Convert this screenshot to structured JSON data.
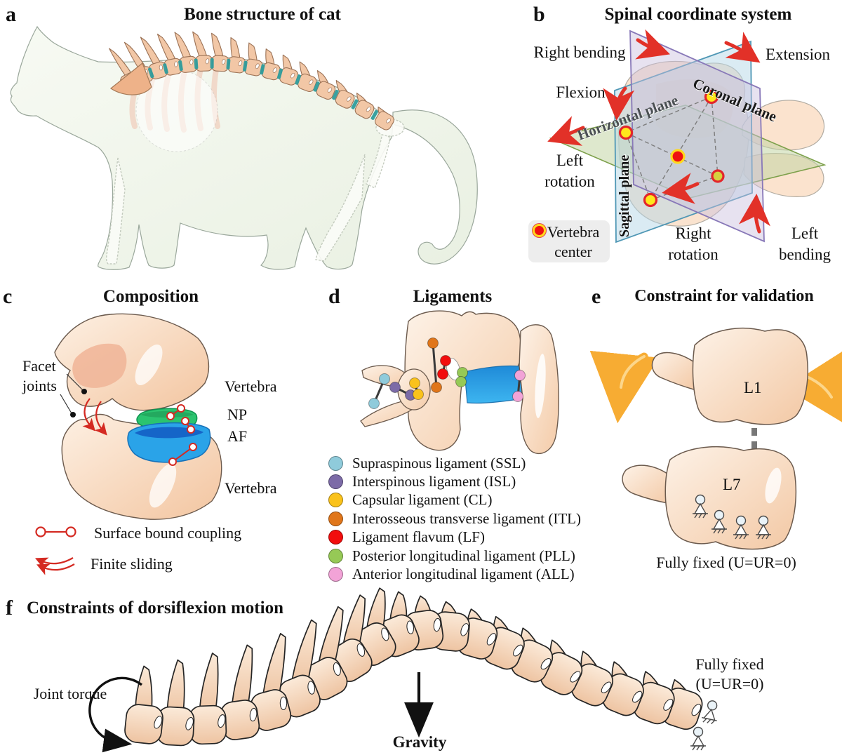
{
  "figure": {
    "panels": {
      "a": {
        "letter": "a",
        "title": "Bone structure of cat"
      },
      "b": {
        "letter": "b",
        "title": "Spinal coordinate system",
        "labels": {
          "right_bending": "Right bending",
          "extension": "Extension",
          "flexion": "Flexion",
          "left_rotation_1": "Left",
          "left_rotation_2": "rotation",
          "right_rotation_1": "Right",
          "right_rotation_2": "rotation",
          "left_bending_1": "Left",
          "left_bending_2": "bending"
        },
        "planes": {
          "coronal": {
            "label": "Coronal plane",
            "fill": "#c9bedd",
            "stroke": "#8878b8"
          },
          "horizontal": {
            "label": "Horizontal plane",
            "fill": "#c3d6a4",
            "stroke": "#7da04b"
          },
          "sagittal": {
            "label": "Sagittal plane",
            "fill": "#b5d8e8",
            "stroke": "#4f97b5"
          }
        },
        "legend": {
          "line1": "Vertebra",
          "line2": "center",
          "dot_color": "#ee1111",
          "dot_ring": "#ffd91c"
        }
      },
      "c": {
        "letter": "c",
        "title": "Composition",
        "labels": {
          "facet_1": "Facet",
          "facet_2": "joints",
          "vertebra_top": "Vertebra",
          "np": "NP",
          "af": "AF",
          "vertebra_bottom": "Vertebra"
        },
        "legend": [
          {
            "symbol": "surface-bound-coupling",
            "label": "Surface bound coupling"
          },
          {
            "symbol": "finite-sliding",
            "label": "Finite sliding"
          }
        ],
        "np_color": "#2bc46f",
        "af_color": "#2aa3e8",
        "af_top_color": "#1565c8"
      },
      "d": {
        "letter": "d",
        "title": "Ligaments",
        "legend": [
          {
            "label": "Supraspinous ligament (SSL)",
            "color": "#8fcbdb"
          },
          {
            "label": "Interspinous ligament (ISL)",
            "color": "#7c6ba7"
          },
          {
            "label": "Capsular ligament (CL)",
            "color": "#fac21b"
          },
          {
            "label": "Interosseous transverse ligament (ITL)",
            "color": "#e0761a"
          },
          {
            "label": "Ligament flavum (LF)",
            "color": "#f20d0d"
          },
          {
            "label": "Posterior longitudinal ligament (PLL)",
            "color": "#96c956"
          },
          {
            "label": "Anterior longitudinal ligament (ALL)",
            "color": "#f2a3d7"
          }
        ],
        "disc_color": "#2aa3e8"
      },
      "e": {
        "letter": "e",
        "title": "Constraint for validation",
        "labels": {
          "l1": "L1",
          "l7": "L7",
          "fixed": "Fully fixed (U=UR=0)"
        },
        "arrow_color": "#f7ac33"
      },
      "f": {
        "letter": "f",
        "title": "Constraints of dorsiflexion motion",
        "labels": {
          "joint_torque": "Joint torque",
          "gravity": "Gravity",
          "fixed_1": "Fully fixed",
          "fixed_2": "(U=UR=0)"
        }
      }
    },
    "colors": {
      "bone_light": "#fdf0e3",
      "bone_deep": "#f2c6a2",
      "bone_stroke": "#6b5a4d",
      "disc_teal": "#2e9c9c",
      "red_arrow": "#e23128",
      "cat_body": "#f2f6ec",
      "cat_stroke": "#9aa79b"
    }
  }
}
